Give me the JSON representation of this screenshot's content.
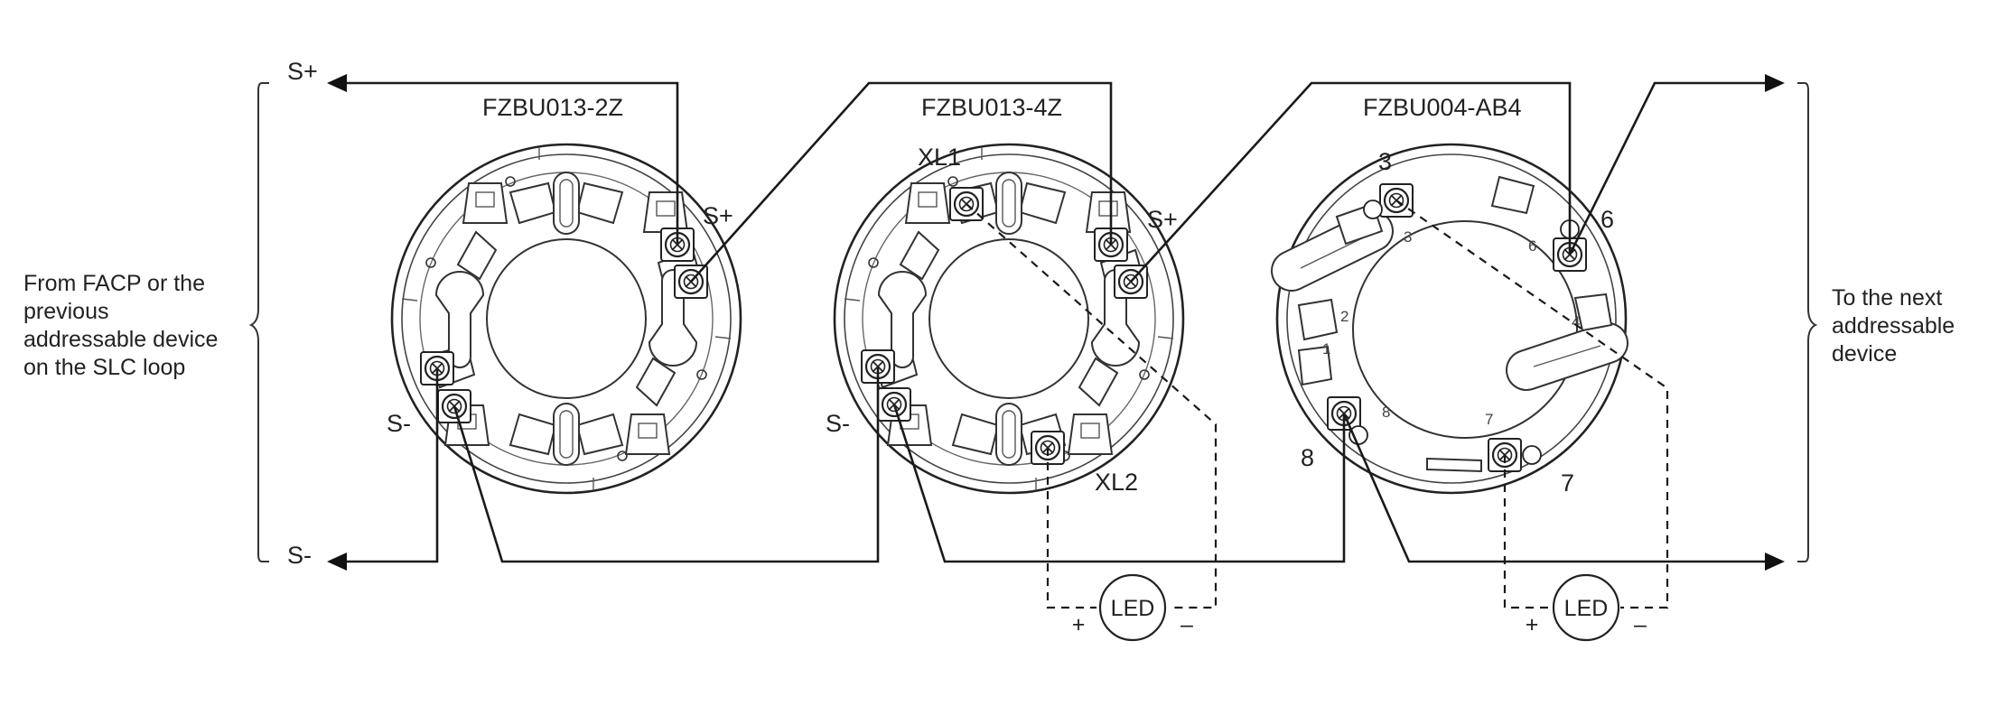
{
  "signals": {
    "s_plus": "S+",
    "s_minus": "S-"
  },
  "left_caption": [
    "From FACP or the",
    "previous",
    "addressable device",
    "on the SLC loop"
  ],
  "right_caption": [
    "To the next",
    "addressable",
    "device"
  ],
  "bases": [
    {
      "model": "FZBU013-2Z",
      "labels": {
        "s_plus": "S+",
        "s_minus": "S-"
      }
    },
    {
      "model": "FZBU013-4Z",
      "labels": {
        "s_plus": "S+",
        "s_minus": "S-",
        "xl1": "XL1",
        "xl2": "XL2"
      }
    },
    {
      "model": "FZBU004-AB4",
      "terminals": [
        "3",
        "6",
        "7",
        "8"
      ]
    }
  ],
  "led": {
    "label": "LED",
    "plus": "+",
    "minus": "–"
  }
}
